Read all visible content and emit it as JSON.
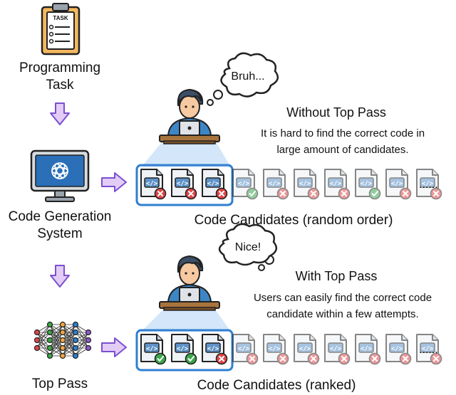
{
  "left_column": {
    "task_label_line1": "Programming",
    "task_label_line2": "Task",
    "task_icon_text": "TASK",
    "system_label_line1": "Code Generation",
    "system_label_line2": "System",
    "toppass_label": "Top Pass"
  },
  "scenario_without": {
    "thought": "Bruh...",
    "title": "Without Top Pass",
    "desc_line1": "It is hard to find the correct code in",
    "desc_line2": "large amount of candidates.",
    "caption": "Code Candidates (random order)",
    "candidates": [
      "fail",
      "fail",
      "fail",
      "pass",
      "fail",
      "fail",
      "fail",
      "pass",
      "fail",
      "fail"
    ],
    "highlighted_count": 3,
    "ellipsis": "......"
  },
  "scenario_with": {
    "thought": "Nice!",
    "title": "With Top Pass",
    "desc_line1": "Users can easily find the correct code",
    "desc_line2": "candidate within a few attempts.",
    "caption": "Code Candidates (ranked)",
    "candidates": [
      "pass",
      "pass",
      "fail",
      "fail",
      "fail",
      "fail",
      "fail",
      "fail",
      "fail",
      "fail"
    ],
    "highlighted_count": 3,
    "ellipsis": "......"
  },
  "file_icon_text": "</>",
  "colors": {
    "highlight": "#2f7fd1",
    "pass": "#3aa64a",
    "fail": "#e04646",
    "arrow_fill": "#e3cdf6",
    "arrow_stroke": "#7b4fd0",
    "beam": "#cfe3f8"
  }
}
